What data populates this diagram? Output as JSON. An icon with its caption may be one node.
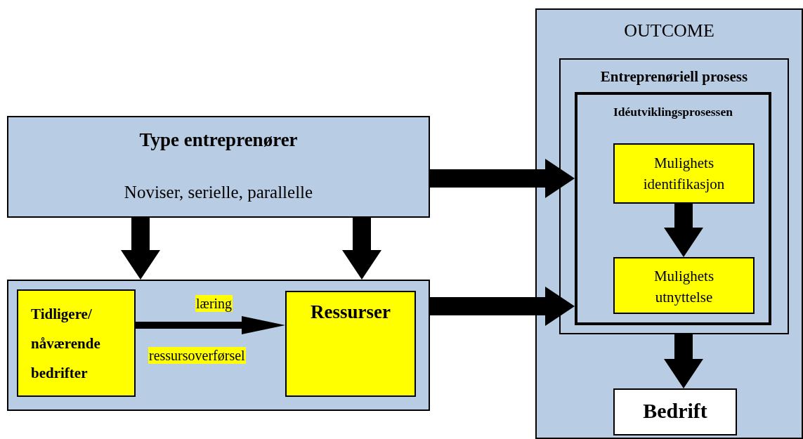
{
  "diagram": {
    "nodes": [
      {
        "text": [
          "Type entreprenører",
          "Noviser, serielle, parallelle"
        ]
      },
      {
        "text": [],
        "shape": "box"
      },
      {
        "text": [
          "Tidligere/ nåværende bedrifter"
        ],
        "in": 1
      },
      {
        "text": [
          "Ressurser"
        ],
        "in": 1
      },
      {
        "text": [
          "OUTCOME"
        ]
      },
      {
        "text": [
          "Entreprenøriell prosess"
        ],
        "in": 4
      },
      {
        "text": [
          "Idéutviklingsprosessen"
        ],
        "in": 5
      },
      {
        "text": [
          "Mulighets identifikasjon"
        ],
        "in": 6
      },
      {
        "text": [
          "Mulighets utnyttelse"
        ],
        "in": 6
      },
      {
        "text": [
          "Bedrift"
        ],
        "in": 4
      }
    ],
    "edges": [
      {
        "from": 0,
        "to": 1,
        "arrow": "to"
      },
      {
        "from": 0,
        "to": 1,
        "arrow": "to"
      },
      {
        "from": 2,
        "to": 3,
        "arrow": "to",
        "label": "læring"
      },
      {
        "from": 0,
        "to": 6,
        "arrow": "to"
      },
      {
        "from": 1,
        "to": 6,
        "arrow": "to"
      },
      {
        "from": 7,
        "to": 8,
        "arrow": "to"
      },
      {
        "from": 5,
        "to": 9,
        "arrow": "to"
      }
    ],
    "labels": [
      "ressursoverførsel"
    ]
  }
}
